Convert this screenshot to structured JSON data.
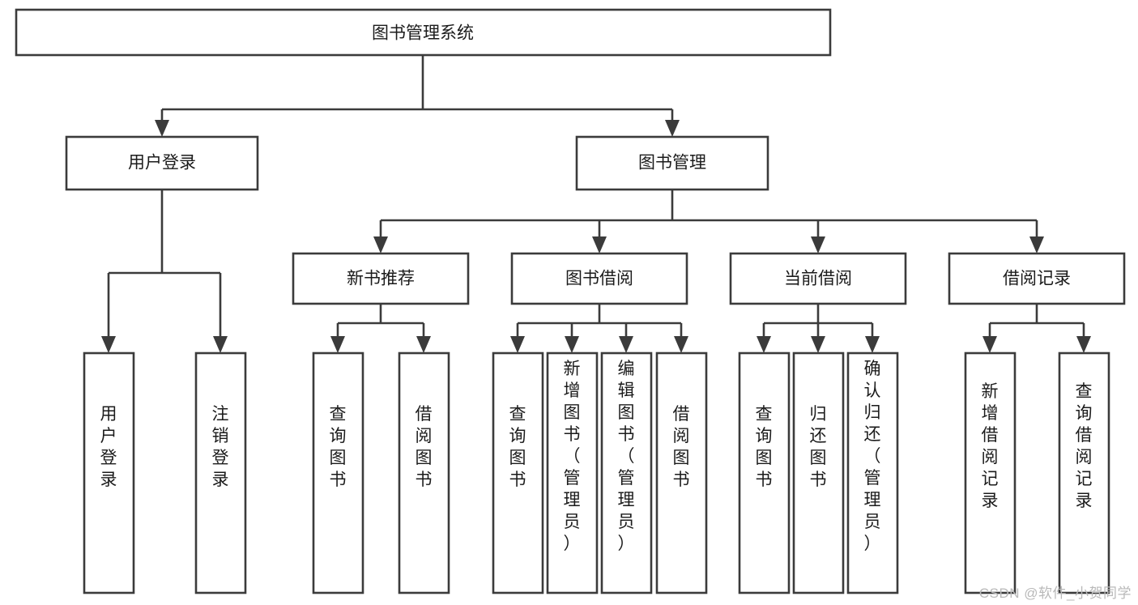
{
  "diagram": {
    "title": "图书管理系统",
    "type": "tree",
    "watermark": "CSDN @软件_小贺同学",
    "colors": {
      "box_stroke": "#3b3b3b",
      "box_fill": "#ffffff",
      "text": "#1b1b1b",
      "connector": "#3b3b3b",
      "watermark": "#b9b9b9",
      "background": "#ffffff"
    },
    "levels": {
      "root": {
        "label": "图书管理系统"
      },
      "level1": [
        {
          "id": "user-login",
          "label": "用户登录"
        },
        {
          "id": "book-management",
          "label": "图书管理"
        }
      ],
      "level2": [
        {
          "id": "new-book-recommend",
          "label": "新书推荐",
          "parent": "book-management"
        },
        {
          "id": "book-borrow",
          "label": "图书借阅",
          "parent": "book-management"
        },
        {
          "id": "current-borrow",
          "label": "当前借阅",
          "parent": "book-management"
        },
        {
          "id": "borrow-record",
          "label": "借阅记录",
          "parent": "book-management"
        }
      ],
      "leaves": [
        {
          "id": "leaf-user-login",
          "label": "用户登录",
          "parent": "user-login"
        },
        {
          "id": "leaf-logout",
          "label": "注销登录",
          "parent": "user-login"
        },
        {
          "id": "leaf-query-book-1",
          "label": "查询图书",
          "parent": "new-book-recommend"
        },
        {
          "id": "leaf-borrow-book-1",
          "label": "借阅图书",
          "parent": "new-book-recommend"
        },
        {
          "id": "leaf-query-book-2",
          "label": "查询图书",
          "parent": "book-borrow"
        },
        {
          "id": "leaf-add-book",
          "label": "新增图书（管理员）",
          "parent": "book-borrow"
        },
        {
          "id": "leaf-edit-book",
          "label": "编辑图书（管理员）",
          "parent": "book-borrow"
        },
        {
          "id": "leaf-borrow-book-2",
          "label": "借阅图书",
          "parent": "book-borrow"
        },
        {
          "id": "leaf-query-book-3",
          "label": "查询图书",
          "parent": "current-borrow"
        },
        {
          "id": "leaf-return-book",
          "label": "归还图书",
          "parent": "current-borrow"
        },
        {
          "id": "leaf-confirm-return",
          "label": "确认归还（管理员）",
          "parent": "current-borrow"
        },
        {
          "id": "leaf-add-record",
          "label": "新增借阅记录",
          "parent": "borrow-record"
        },
        {
          "id": "leaf-query-record",
          "label": "查询借阅记录",
          "parent": "borrow-record"
        }
      ]
    }
  }
}
